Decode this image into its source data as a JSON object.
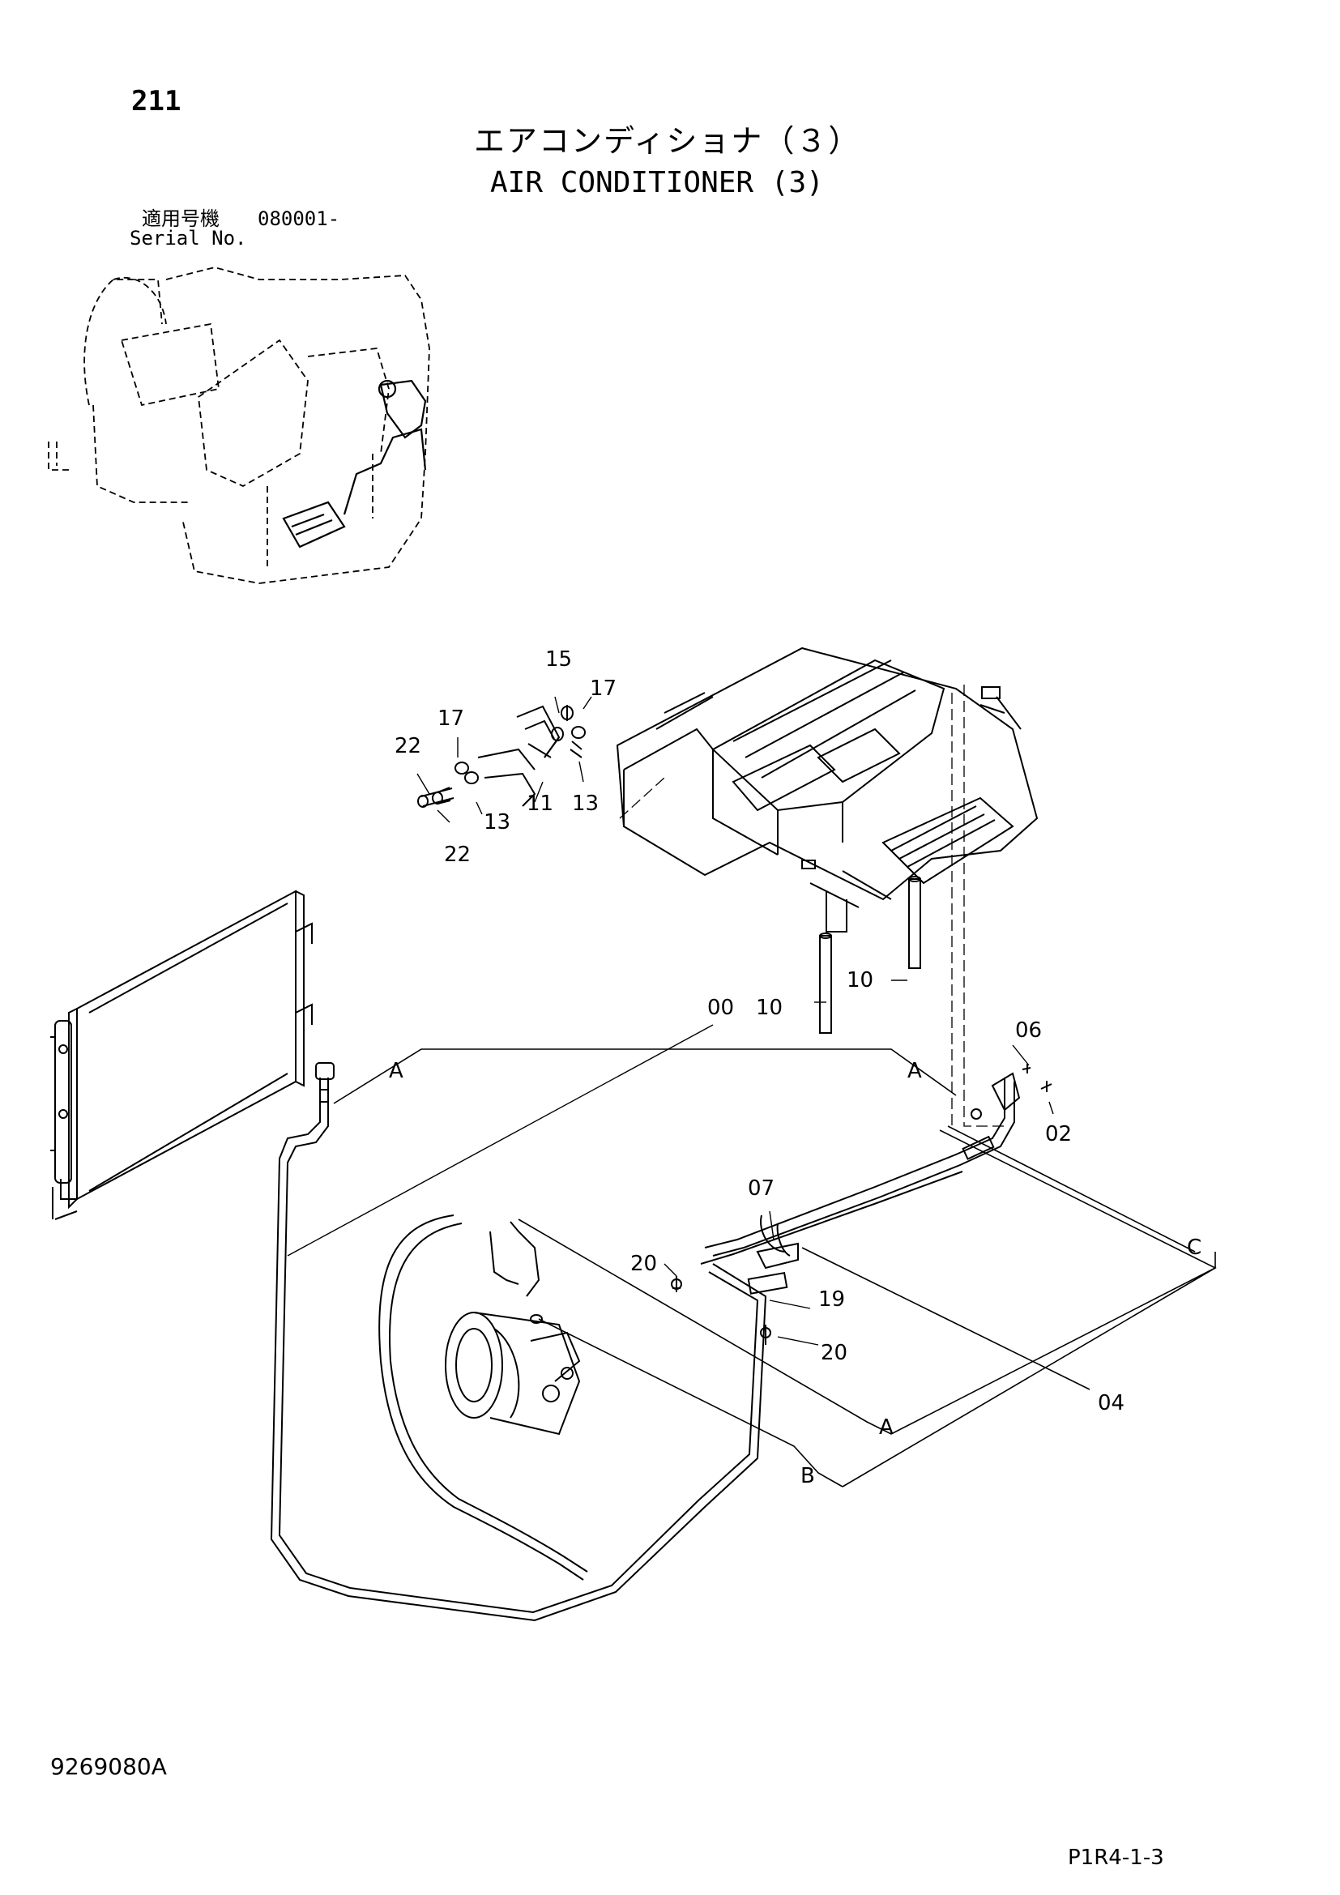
{
  "header": {
    "page_number": "211",
    "title_jp": "エアコンディショナ（３）",
    "title_en": "AIR CONDITIONER (3)",
    "serial_label_jp": "適用号機",
    "serial_label_en": "Serial No.",
    "serial_value": "080001-"
  },
  "callouts": {
    "c15": "15",
    "c17a": "17",
    "c17b": "17",
    "c22a": "22",
    "c22b": "22",
    "c11": "11",
    "c13a": "13",
    "c13b": "13",
    "c10a": "10",
    "c10b": "10",
    "c00": "00",
    "c06": "06",
    "c02": "02",
    "c07": "07",
    "c20a": "20",
    "c20b": "20",
    "c19": "19",
    "c04": "04",
    "refA1": "A",
    "refA2": "A",
    "refA3": "A",
    "refB": "B",
    "refC": "C"
  },
  "footer": {
    "drawing_no": "9269080A",
    "page_code": "P1R4-1-3"
  }
}
